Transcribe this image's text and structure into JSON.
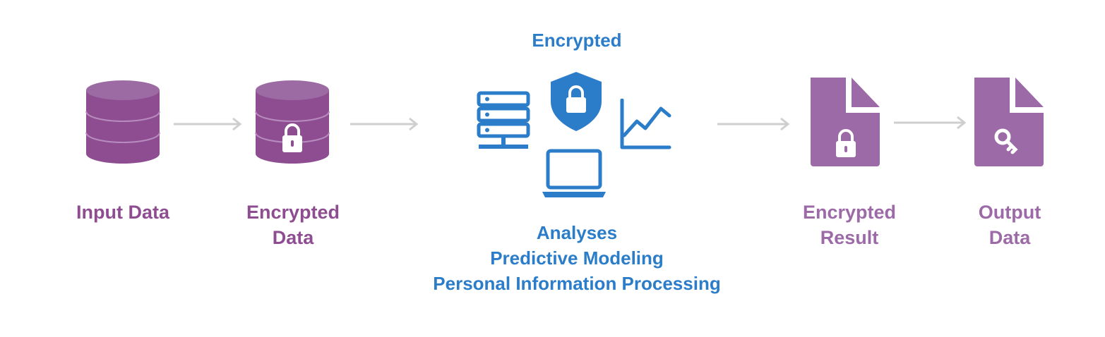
{
  "colors": {
    "purple": "#8e4d91",
    "purple_light": "#9c6aa6",
    "blue": "#2b7dc9",
    "arrow_gray": "#cfcfcf"
  },
  "steps": [
    {
      "lines": [
        "Input Data"
      ],
      "icon": "database-icon"
    },
    {
      "lines": [
        "Encrypted",
        "Data"
      ],
      "icon": "encrypted-database-icon"
    },
    {
      "lines": [
        "Encrypted",
        "Result"
      ],
      "icon": "locked-document-icon"
    },
    {
      "lines": [
        "Output",
        "Data"
      ],
      "icon": "key-document-icon"
    }
  ],
  "center": {
    "title": "Encrypted",
    "icons": [
      "server-icon",
      "shield-lock-icon",
      "line-chart-icon",
      "laptop-icon"
    ],
    "lines": [
      "Analyses",
      "Predictive Modeling",
      "Personal Information Processing"
    ]
  }
}
